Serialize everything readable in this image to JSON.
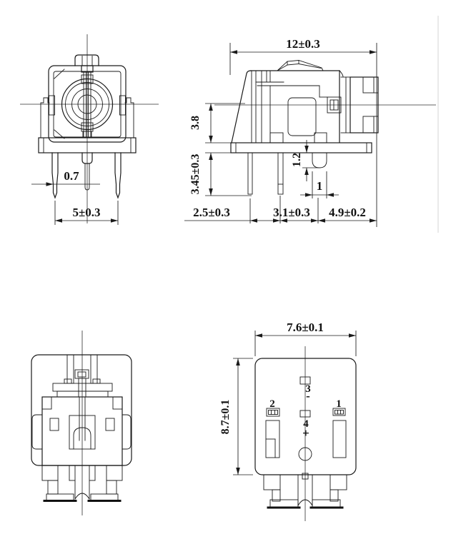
{
  "drawing": {
    "views": {
      "front": {
        "dims": {
          "lead_tip_width": "0.7",
          "lead_spacing": "5±0.3"
        }
      },
      "side": {
        "dims": {
          "overall_width": "12±0.3",
          "height_above_base": "3.8",
          "lead_length": "3.45±0.3",
          "led_tip_height": "1.2",
          "led_tip_width": "1",
          "pitch_a": "2.5±0.3",
          "pitch_b": "3.1±0.3",
          "pitch_c": "4.9±0.2"
        }
      },
      "bottom": {
        "dims": {
          "width": "7.6±0.1",
          "depth": "8.7±0.1"
        },
        "pins": {
          "pin1": "1",
          "pin2": "2",
          "pin3": "3",
          "pin4": "4",
          "pin3_polarity": "-",
          "pin4_polarity": "+"
        }
      }
    }
  }
}
